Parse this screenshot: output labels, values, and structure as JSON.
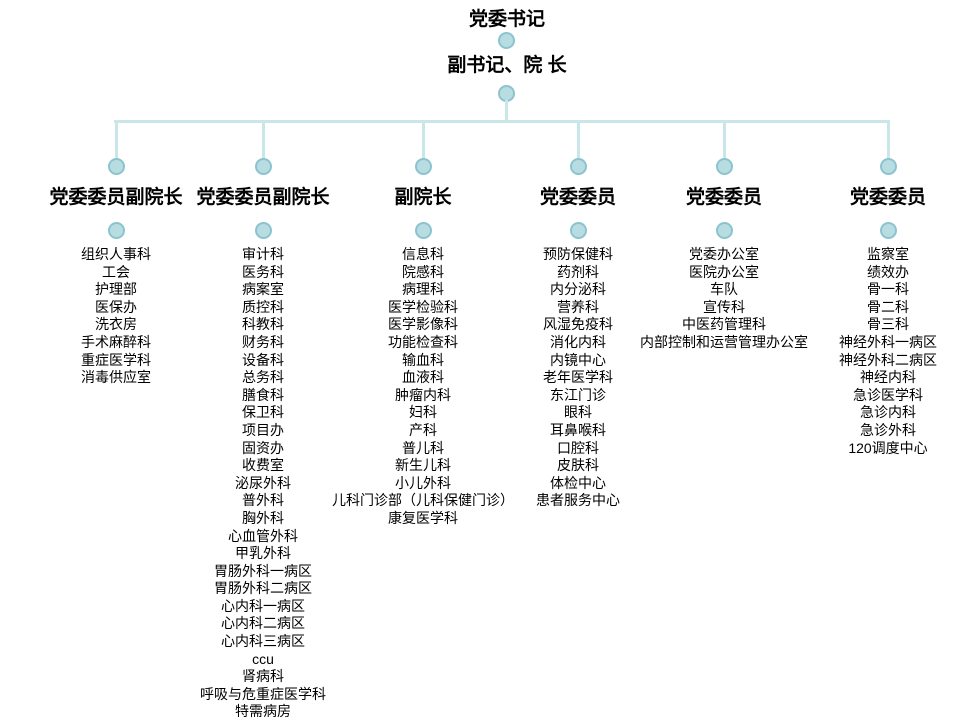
{
  "chart": {
    "type": "org-tree",
    "root_label": "党委书记",
    "deputy_label": "副书记、院 长",
    "colors": {
      "node_fill": "#b7dde2",
      "node_border": "#8cc4cd",
      "line": "#c9e6e9",
      "text": "#000000"
    },
    "branches": [
      {
        "title": "党委委员副院长",
        "items": [
          "组织人事科",
          "工会",
          "护理部",
          "医保办",
          "洗衣房",
          "手术麻醉科",
          "重症医学科",
          "消毒供应室"
        ]
      },
      {
        "title": "党委委员副院长",
        "items": [
          "审计科",
          "医务科",
          "病案室",
          "质控科",
          "科教科",
          "财务科",
          "设备科",
          "总务科",
          "膳食科",
          "保卫科",
          "项目办",
          "固资办",
          "收费室",
          "泌尿外科",
          "普外科",
          "胸外科",
          "心血管外科",
          "甲乳外科",
          "胃肠外科一病区",
          "胃肠外科二病区",
          "心内科一病区",
          "心内科二病区",
          "心内科三病区",
          "ccu",
          "肾病科",
          "呼吸与危重症医学科",
          "特需病房"
        ]
      },
      {
        "title": "副院长",
        "items": [
          "信息科",
          "院感科",
          "病理科",
          "医学检验科",
          "医学影像科",
          "功能检查科",
          "输血科",
          "血液科",
          "肿瘤内科",
          "妇科",
          "产科",
          "普儿科",
          "新生儿科",
          "小儿外科",
          "儿科门诊部（儿科保健门诊）",
          "康复医学科"
        ]
      },
      {
        "title": "党委委员",
        "items": [
          "预防保健科",
          "药剂科",
          "内分泌科",
          "营养科",
          "风湿免疫科",
          "消化内科",
          "内镜中心",
          "老年医学科",
          "东江门诊",
          "眼科",
          "耳鼻喉科",
          "口腔科",
          "皮肤科",
          "体检中心",
          "患者服务中心"
        ]
      },
      {
        "title": "党委委员",
        "items": [
          "党委办公室",
          "医院办公室",
          "车队",
          "宣传科",
          "中医药管理科",
          "内部控制和运营管理办公室"
        ]
      },
      {
        "title": "党委委员",
        "items": [
          "监察室",
          "绩效办",
          "骨一科",
          "骨二科",
          "骨三科",
          "神经外科一病区",
          "神经外科二病区",
          "神经内科",
          "急诊医学科",
          "急诊内科",
          "急诊外科",
          "120调度中心"
        ]
      }
    ]
  }
}
